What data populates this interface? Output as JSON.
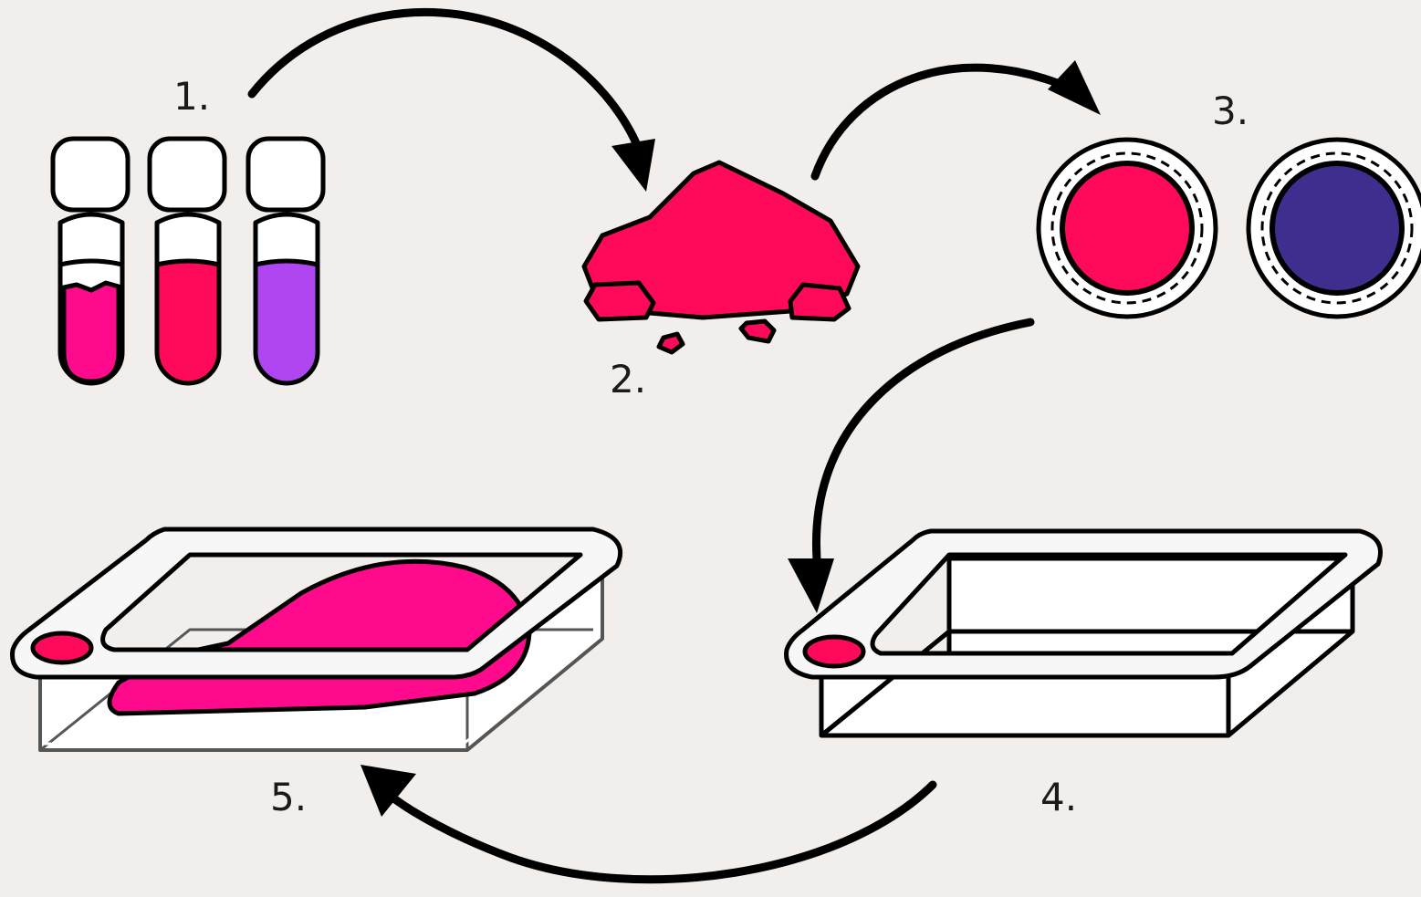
{
  "steps": [
    {
      "label": "1."
    },
    {
      "label": "2."
    },
    {
      "label": "3."
    },
    {
      "label": "4."
    },
    {
      "label": "5."
    }
  ],
  "colors": {
    "background": "#f2eeeb",
    "stroke": "#000000",
    "pink": "#ff0a5a",
    "hot_pink": "#ff0a8c",
    "purple": "#b045f2",
    "indigo": "#3f2e8e",
    "cap_white": "#ffffff",
    "tray_rim": "#f7f7f7"
  },
  "icons": {
    "tubes": "sample-tubes-icon",
    "powder": "powder-pile-icon",
    "discs": "coated-discs-icon",
    "empty_tray": "empty-tray-icon",
    "filled_tray": "filled-tray-icon"
  }
}
